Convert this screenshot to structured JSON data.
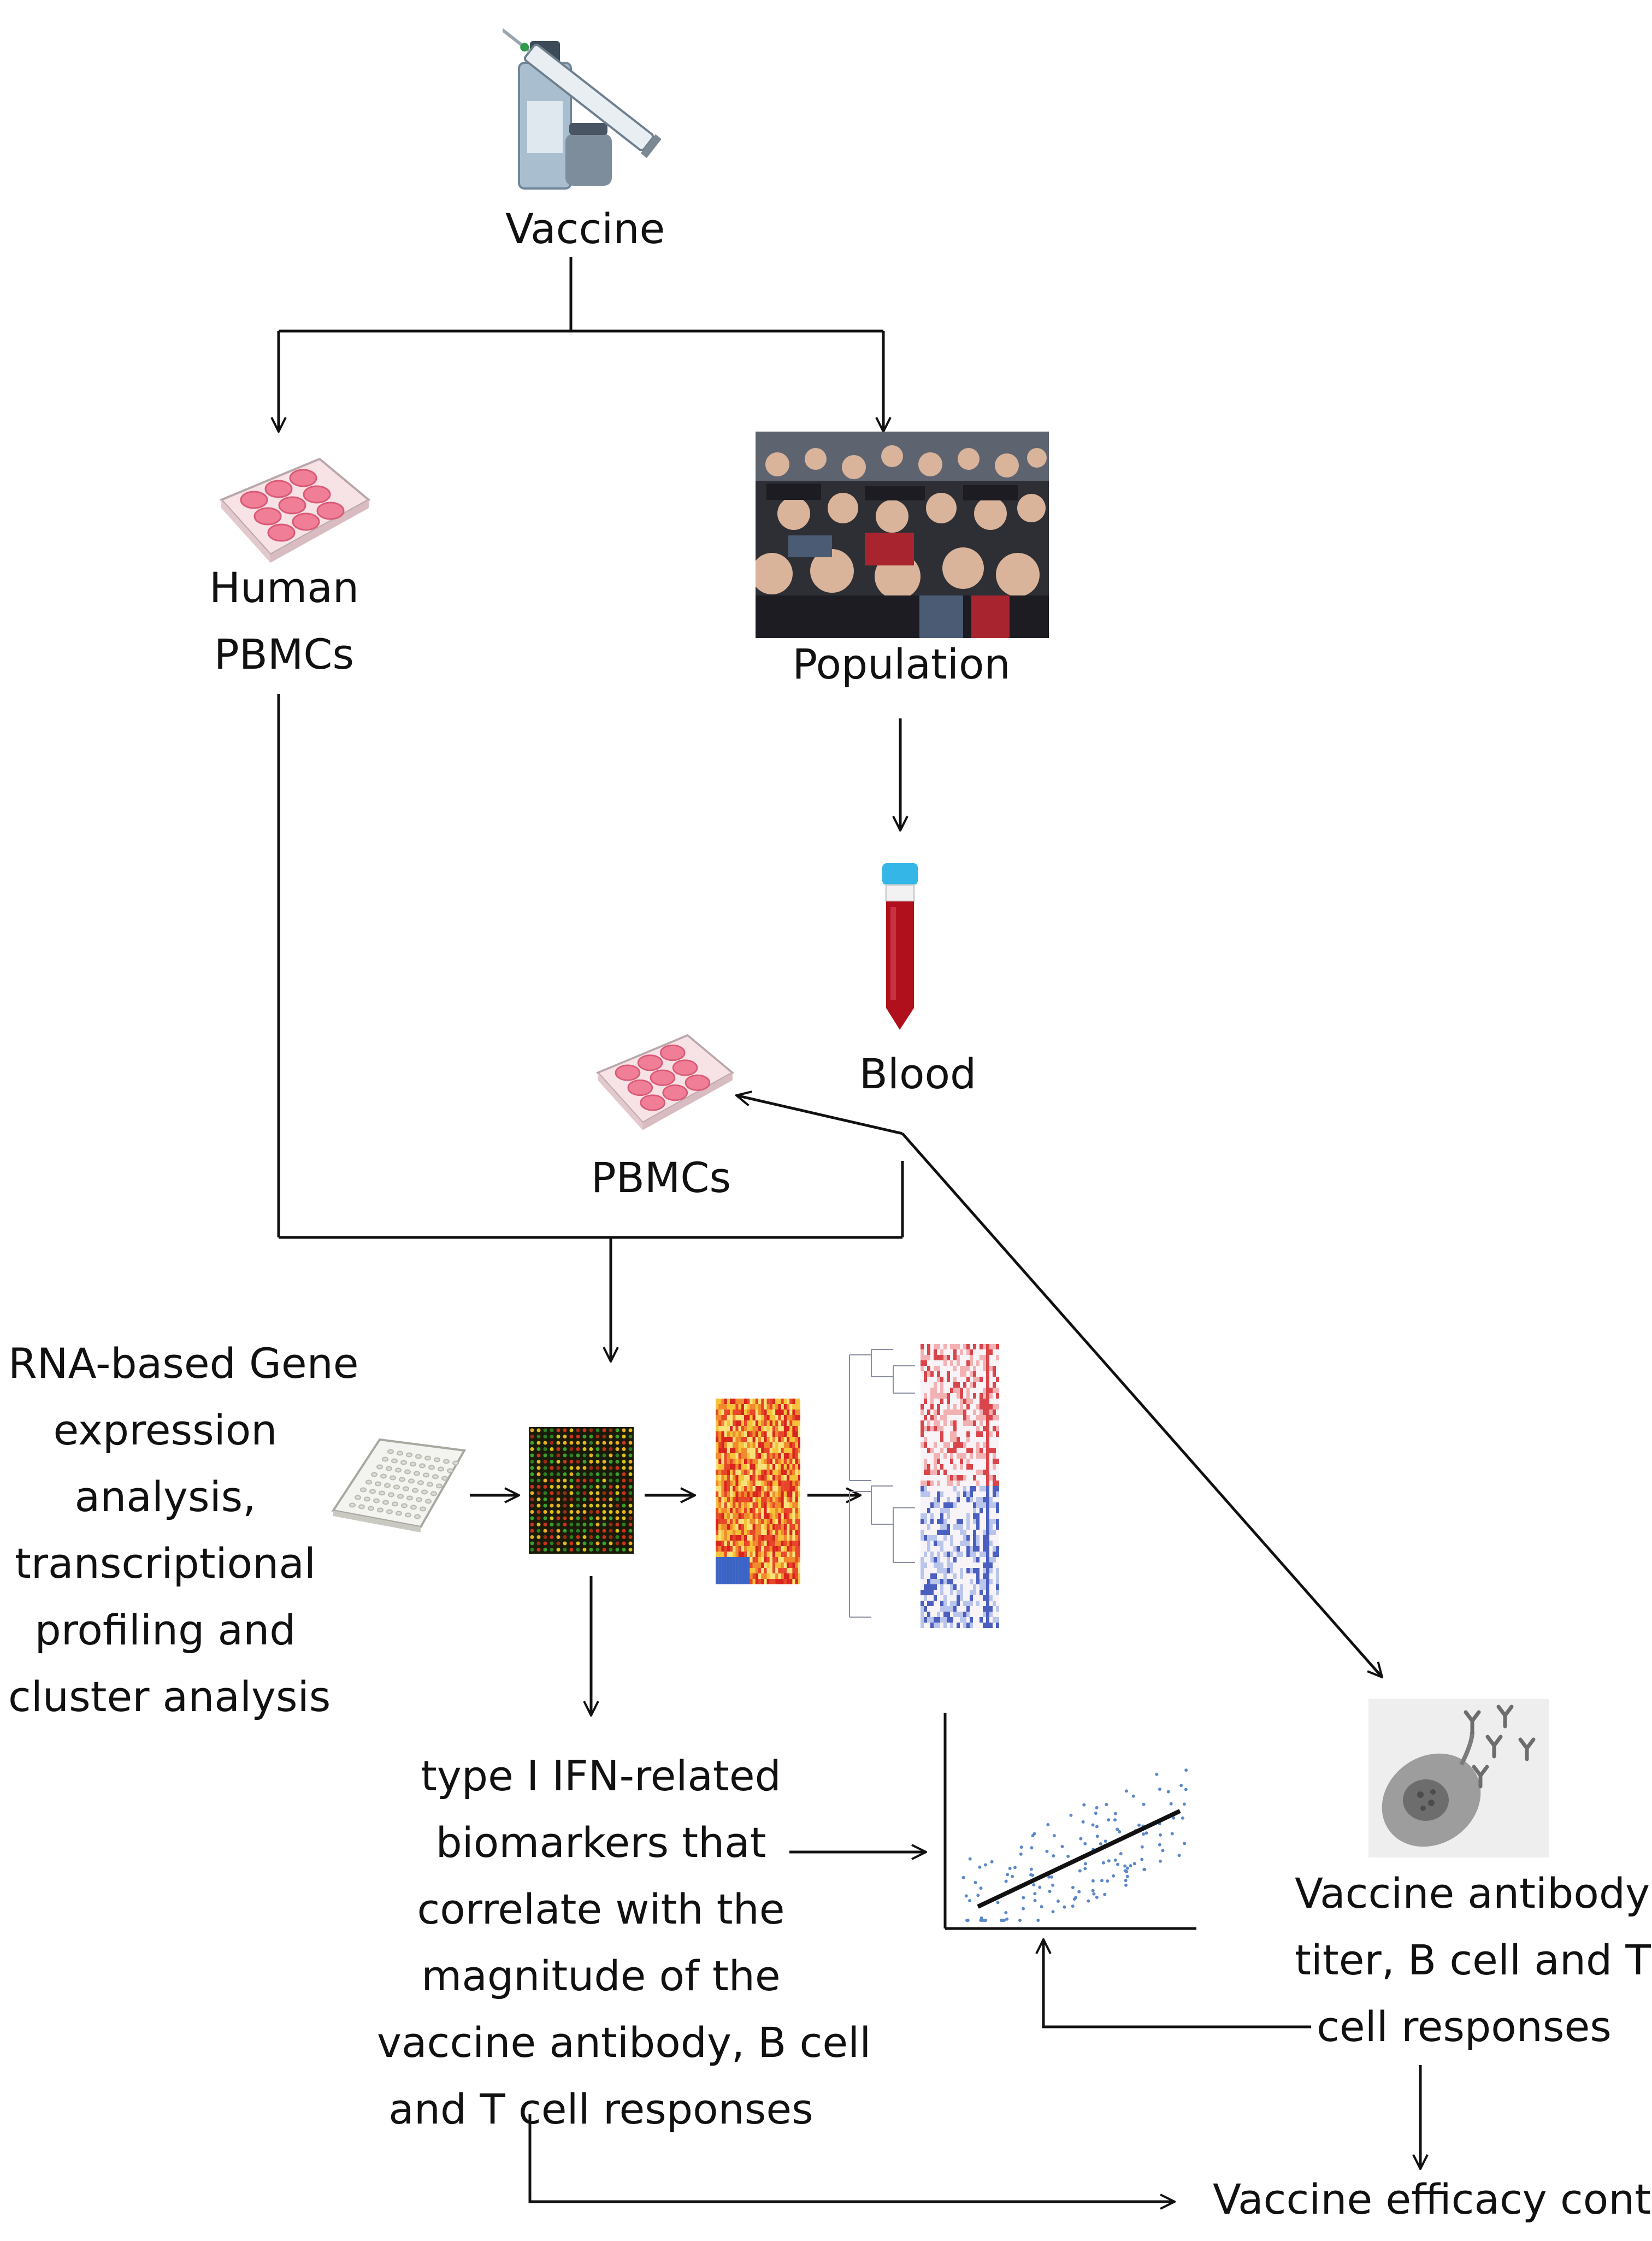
{
  "labels": {
    "vaccine": "Vaccine",
    "human_pbmcs": [
      "Human",
      "PBMCs"
    ],
    "population": "Population",
    "blood": "Blood",
    "pbmcs": "PBMCs",
    "rna_analysis": [
      "RNA-based Gene",
      "expression",
      "analysis,",
      "transcriptional",
      "profiling and",
      "cluster analysis"
    ],
    "biomarkers": [
      "type I IFN-related",
      "biomarkers  that",
      "correlate with the",
      "magnitude  of the",
      "vaccine antibody,  B cell",
      "and T cell responses"
    ],
    "responses": [
      "Vaccine antibody",
      "titer, B cell and T",
      "cell responses"
    ],
    "efficacy": "Vaccine efficacy control"
  },
  "icons": {
    "vaccine": "vaccine-vial-syringe-icon",
    "culture_plate": "cell-culture-plate-icon",
    "crowd": "crowd-photo",
    "blood_tube": "blood-tube-icon",
    "microarray_plate": "microarray-plate-icon",
    "microarray": "microarray-image",
    "heatmap": "heatmap-image",
    "dendrogram": "cluster-dendrogram-image",
    "scatter": "correlation-scatter-plot",
    "b_cell": "b-cell-antibody-icon"
  },
  "colors": {
    "line": "#111111",
    "plate_pink": "#f2a7b8",
    "blood_red": "#b0101c",
    "tube_cap": "#34b6e6"
  }
}
